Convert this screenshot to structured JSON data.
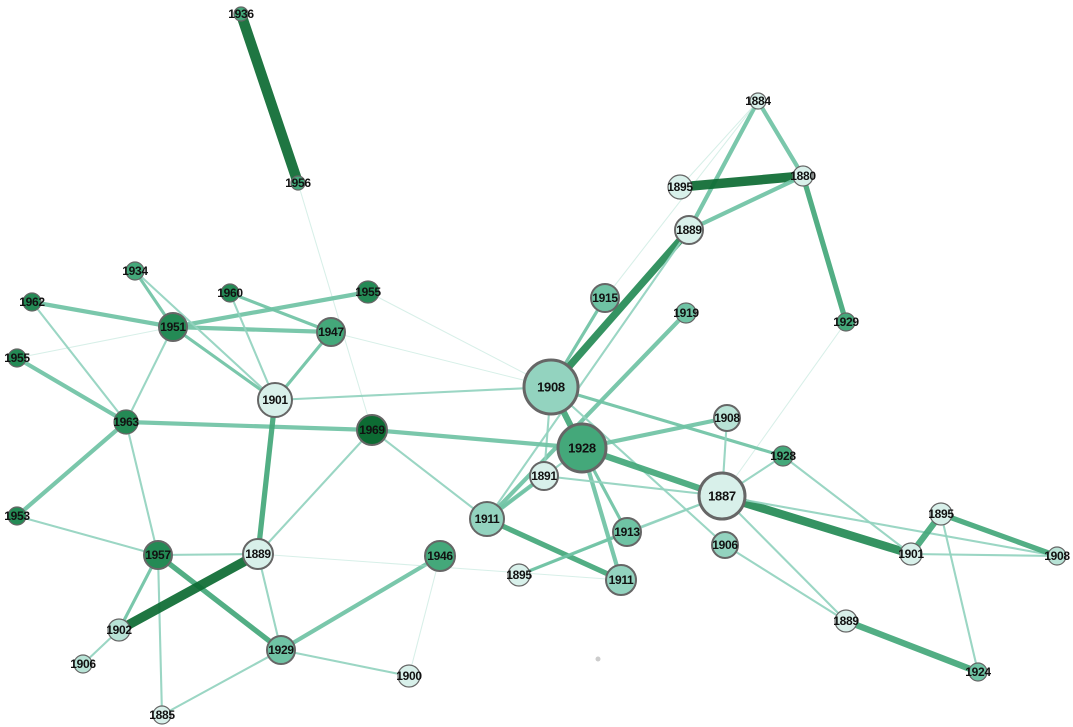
{
  "colors": {
    "background": "#ffffff",
    "node_stroke": "#666666",
    "label": "#111111",
    "palette": [
      "#d8f0ea",
      "#b8e3d6",
      "#93d3bf",
      "#6fc3a4",
      "#44a87a",
      "#248a55",
      "#0d6b33"
    ]
  },
  "nodes": [
    {
      "id": "n1936",
      "label": "1936",
      "tone": 4
    },
    {
      "id": "n1956",
      "label": "1956",
      "tone": 4
    },
    {
      "id": "n1884",
      "label": "1884",
      "tone": 0
    },
    {
      "id": "n1895a",
      "label": "1895",
      "tone": 0
    },
    {
      "id": "n1880",
      "label": "1880",
      "tone": 0
    },
    {
      "id": "n1889a",
      "label": "1889",
      "tone": 0
    },
    {
      "id": "n1915",
      "label": "1915",
      "tone": 3
    },
    {
      "id": "n1919",
      "label": "1919",
      "tone": 3
    },
    {
      "id": "n1929a",
      "label": "1929",
      "tone": 4
    },
    {
      "id": "n1934",
      "label": "1934",
      "tone": 4
    },
    {
      "id": "n1962",
      "label": "1962",
      "tone": 5
    },
    {
      "id": "n1960",
      "label": "1960",
      "tone": 5
    },
    {
      "id": "n1955a",
      "label": "1955",
      "tone": 5
    },
    {
      "id": "n1951",
      "label": "1951",
      "tone": 5
    },
    {
      "id": "n1947",
      "label": "1947",
      "tone": 4
    },
    {
      "id": "n1955b",
      "label": "1955",
      "tone": 5
    },
    {
      "id": "n1901a",
      "label": "1901",
      "tone": 0
    },
    {
      "id": "n1908a",
      "label": "1908",
      "tone": 2
    },
    {
      "id": "n1963",
      "label": "1963",
      "tone": 5
    },
    {
      "id": "n1969",
      "label": "1969",
      "tone": 6
    },
    {
      "id": "n1928a",
      "label": "1928",
      "tone": 4
    },
    {
      "id": "n1908b",
      "label": "1908",
      "tone": 1
    },
    {
      "id": "n1928b",
      "label": "1928",
      "tone": 4
    },
    {
      "id": "n1891",
      "label": "1891",
      "tone": 0
    },
    {
      "id": "n1887",
      "label": "1887",
      "tone": 0
    },
    {
      "id": "n1953",
      "label": "1953",
      "tone": 5
    },
    {
      "id": "n1911a",
      "label": "1911",
      "tone": 2
    },
    {
      "id": "n1913",
      "label": "1913",
      "tone": 3
    },
    {
      "id": "n1906a",
      "label": "1906",
      "tone": 2
    },
    {
      "id": "n1895b",
      "label": "1895",
      "tone": 0
    },
    {
      "id": "n1957",
      "label": "1957",
      "tone": 5
    },
    {
      "id": "n1889b",
      "label": "1889",
      "tone": 0
    },
    {
      "id": "n1946",
      "label": "1946",
      "tone": 4
    },
    {
      "id": "n1895c",
      "label": "1895",
      "tone": 0
    },
    {
      "id": "n1911b",
      "label": "1911",
      "tone": 2
    },
    {
      "id": "n1901b",
      "label": "1901",
      "tone": 0
    },
    {
      "id": "n1908c",
      "label": "1908",
      "tone": 1
    },
    {
      "id": "n1902",
      "label": "1902",
      "tone": 1
    },
    {
      "id": "n1889c",
      "label": "1889",
      "tone": 0
    },
    {
      "id": "n1906b",
      "label": "1906",
      "tone": 1
    },
    {
      "id": "n1929b",
      "label": "1929",
      "tone": 3
    },
    {
      "id": "n1900",
      "label": "1900",
      "tone": 0
    },
    {
      "id": "n1924",
      "label": "1924",
      "tone": 3
    },
    {
      "id": "n1885",
      "label": "1885",
      "tone": 0
    }
  ],
  "edges": [
    {
      "from": "n1936",
      "to": "n1956",
      "weight": 10
    },
    {
      "from": "n1956",
      "to": "n1969",
      "weight": 1
    },
    {
      "from": "n1884",
      "to": "n1889a",
      "weight": 4
    },
    {
      "from": "n1884",
      "to": "n1880",
      "weight": 4
    },
    {
      "from": "n1884",
      "to": "n1895a",
      "weight": 1
    },
    {
      "from": "n1884",
      "to": "n1915",
      "weight": 1
    },
    {
      "from": "n1895a",
      "to": "n1880",
      "weight": 9
    },
    {
      "from": "n1889a",
      "to": "n1880",
      "weight": 4
    },
    {
      "from": "n1880",
      "to": "n1929a",
      "weight": 5
    },
    {
      "from": "n1889a",
      "to": "n1908a",
      "weight": 7
    },
    {
      "from": "n1889a",
      "to": "n1911a",
      "weight": 2
    },
    {
      "from": "n1929a",
      "to": "n1887",
      "weight": 1
    },
    {
      "from": "n1915",
      "to": "n1908a",
      "weight": 3
    },
    {
      "from": "n1919",
      "to": "n1911a",
      "weight": 4
    },
    {
      "from": "n1908a",
      "to": "n1928a",
      "weight": 6
    },
    {
      "from": "n1908a",
      "to": "n1901a",
      "weight": 2
    },
    {
      "from": "n1908a",
      "to": "n1955a",
      "weight": 1
    },
    {
      "from": "n1908a",
      "to": "n1928b",
      "weight": 3
    },
    {
      "from": "n1908a",
      "to": "n1891",
      "weight": 2
    },
    {
      "from": "n1908a",
      "to": "n1906a",
      "weight": 2
    },
    {
      "from": "n1908a",
      "to": "n1947",
      "weight": 1
    },
    {
      "from": "n1969",
      "to": "n1928a",
      "weight": 4
    },
    {
      "from": "n1963",
      "to": "n1969",
      "weight": 4
    },
    {
      "from": "n1928a",
      "to": "n1887",
      "weight": 6
    },
    {
      "from": "n1928a",
      "to": "n1908b",
      "weight": 4
    },
    {
      "from": "n1928a",
      "to": "n1911b",
      "weight": 4
    },
    {
      "from": "n1928a",
      "to": "n1913",
      "weight": 3
    },
    {
      "from": "n1928a",
      "to": "n1911a",
      "weight": 2
    },
    {
      "from": "n1908b",
      "to": "n1887",
      "weight": 2
    },
    {
      "from": "n1887",
      "to": "n1901b",
      "weight": 8
    },
    {
      "from": "n1887",
      "to": "n1889c",
      "weight": 2
    },
    {
      "from": "n1887",
      "to": "n1913",
      "weight": 2
    },
    {
      "from": "n1887",
      "to": "n1891",
      "weight": 2
    },
    {
      "from": "n1887",
      "to": "n1895b",
      "weight": 2
    },
    {
      "from": "n1887",
      "to": "n1928b",
      "weight": 2
    },
    {
      "from": "n1887",
      "to": "n1908c",
      "weight": 2
    },
    {
      "from": "n1901b",
      "to": "n1895c",
      "weight": 6
    },
    {
      "from": "n1895c",
      "to": "n1908c",
      "weight": 5
    },
    {
      "from": "n1901b",
      "to": "n1908c",
      "weight": 2
    },
    {
      "from": "n1895c",
      "to": "n1924",
      "weight": 2
    },
    {
      "from": "n1928b",
      "to": "n1901b",
      "weight": 2
    },
    {
      "from": "n1889c",
      "to": "n1924",
      "weight": 6
    },
    {
      "from": "n1906a",
      "to": "n1889c",
      "weight": 2
    },
    {
      "from": "n1911a",
      "to": "n1911b",
      "weight": 5
    },
    {
      "from": "n1911a",
      "to": "n1891",
      "weight": 4
    },
    {
      "from": "n1913",
      "to": "n1895b",
      "weight": 3
    },
    {
      "from": "n1969",
      "to": "n1911a",
      "weight": 2
    },
    {
      "from": "n1969",
      "to": "n1889b",
      "weight": 2
    },
    {
      "from": "n1951",
      "to": "n1955a",
      "weight": 4
    },
    {
      "from": "n1951",
      "to": "n1947",
      "weight": 4
    },
    {
      "from": "n1951",
      "to": "n1962",
      "weight": 4
    },
    {
      "from": "n1951",
      "to": "n1901a",
      "weight": 3
    },
    {
      "from": "n1951",
      "to": "n1934",
      "weight": 3
    },
    {
      "from": "n1951",
      "to": "n1963",
      "weight": 2
    },
    {
      "from": "n1951",
      "to": "n1955b",
      "weight": 1
    },
    {
      "from": "n1934",
      "to": "n1901a",
      "weight": 2
    },
    {
      "from": "n1960",
      "to": "n1947",
      "weight": 3
    },
    {
      "from": "n1960",
      "to": "n1901a",
      "weight": 2
    },
    {
      "from": "n1947",
      "to": "n1901a",
      "weight": 3
    },
    {
      "from": "n1962",
      "to": "n1963",
      "weight": 2
    },
    {
      "from": "n1955b",
      "to": "n1963",
      "weight": 4
    },
    {
      "from": "n1963",
      "to": "n1953",
      "weight": 4
    },
    {
      "from": "n1963",
      "to": "n1957",
      "weight": 2
    },
    {
      "from": "n1901a",
      "to": "n1889b",
      "weight": 5
    },
    {
      "from": "n1953",
      "to": "n1957",
      "weight": 2
    },
    {
      "from": "n1957",
      "to": "n1929b",
      "weight": 5
    },
    {
      "from": "n1957",
      "to": "n1902",
      "weight": 3
    },
    {
      "from": "n1957",
      "to": "n1885",
      "weight": 2
    },
    {
      "from": "n1957",
      "to": "n1889b",
      "weight": 2
    },
    {
      "from": "n1889b",
      "to": "n1902",
      "weight": 9
    },
    {
      "from": "n1889b",
      "to": "n1929b",
      "weight": 2
    },
    {
      "from": "n1902",
      "to": "n1906b",
      "weight": 2
    },
    {
      "from": "n1946",
      "to": "n1929b",
      "weight": 4
    },
    {
      "from": "n1946",
      "to": "n1900",
      "weight": 1
    },
    {
      "from": "n1929b",
      "to": "n1900",
      "weight": 2
    },
    {
      "from": "n1929b",
      "to": "n1885",
      "weight": 2
    },
    {
      "from": "n1889b",
      "to": "n1911b",
      "weight": 1
    }
  ]
}
